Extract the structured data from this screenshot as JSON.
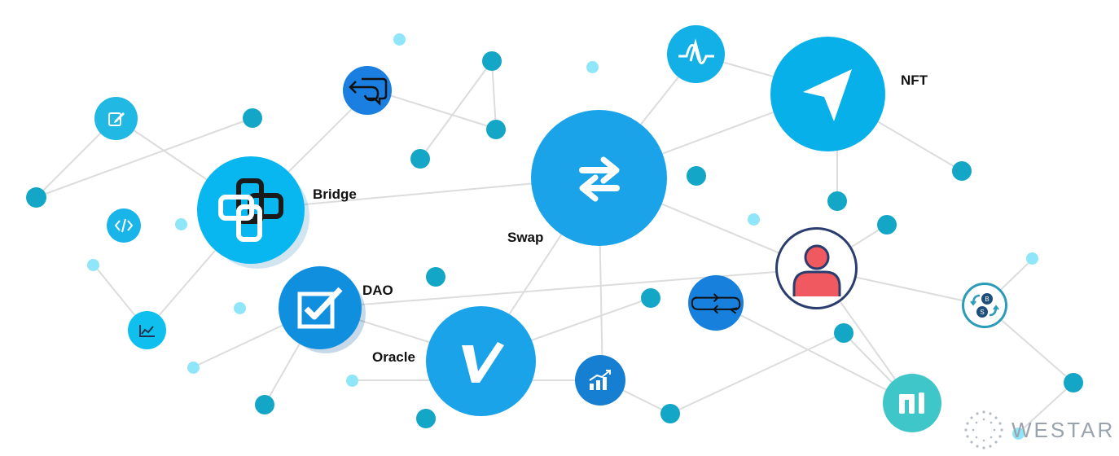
{
  "labels": {
    "bridge": "Bridge",
    "swap": "Swap",
    "nft": "NFT",
    "dao": "DAO",
    "oracle": "Oracle"
  },
  "brand": {
    "name": "WESTAR"
  },
  "colors": {
    "primary_blue": "#1aa3e8",
    "sky_blue": "#08b0ea",
    "teal_dot": "#14a6c6",
    "light_dot": "#8ee6f8",
    "teal_node": "#3fc6c9",
    "link_line": "#dcdcdc",
    "user_red": "#f0595f",
    "user_ring": "#2a3d6e"
  },
  "icons": {
    "bridge": "bridge-link-icon",
    "swap": "swap-arrows-icon",
    "nft": "paper-plane-icon",
    "dao": "checkbox-icon",
    "oracle": "v-check-icon",
    "user": "user-profile-icon",
    "reply": "reply-chat-icon",
    "wave": "waveform-icon",
    "edit": "edit-icon",
    "code": "code-icon",
    "chart": "line-chart-icon",
    "bar_chart": "bar-chart-icon",
    "exchange": "exchange-loop-icon",
    "coin_swap": "coin-exchange-icon",
    "m_logo": "m-logo-icon"
  }
}
